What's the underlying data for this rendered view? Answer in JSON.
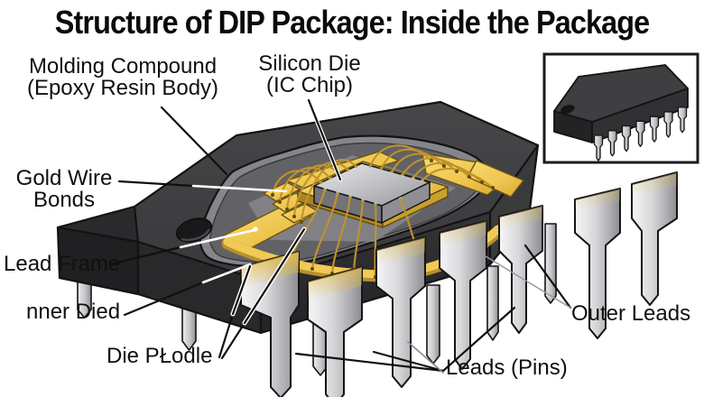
{
  "title": "Structure of DIP Package: Inside the Package",
  "labels": {
    "molding_compound": {
      "line1": "Molding Compound",
      "line2": "(Epoxy Resin Body)"
    },
    "silicon_die": {
      "line1": "Silicon Die",
      "line2": "(IC Chip)"
    },
    "gold_wire_bonds": {
      "line1": "Gold Wire",
      "line2": "Bonds"
    },
    "lead_frame": {
      "text": "Lead Frame"
    },
    "inner_died": {
      "text": "nner Died"
    },
    "die_paddle": {
      "text": "Die PŁodle"
    },
    "leads_pins": {
      "text": "Leads (Pins)"
    },
    "outer_leads": {
      "text": "Outer Leads"
    }
  },
  "colors": {
    "background": "#ffffff",
    "text": "#101010",
    "body_top": "#404042",
    "body_front": "#2e2e30",
    "body_left_end": "#202022",
    "body_right_end": "#3a3a3c",
    "cavity_wall": "#85858a",
    "cavity_floor": "#626266",
    "gold": "#edc24d",
    "gold_dark": "#b8912c",
    "bond_wire": "#c0932a",
    "lead_silver": "#d6d6d9",
    "lead_shadow": "#97979b",
    "outline": "#131315"
  }
}
